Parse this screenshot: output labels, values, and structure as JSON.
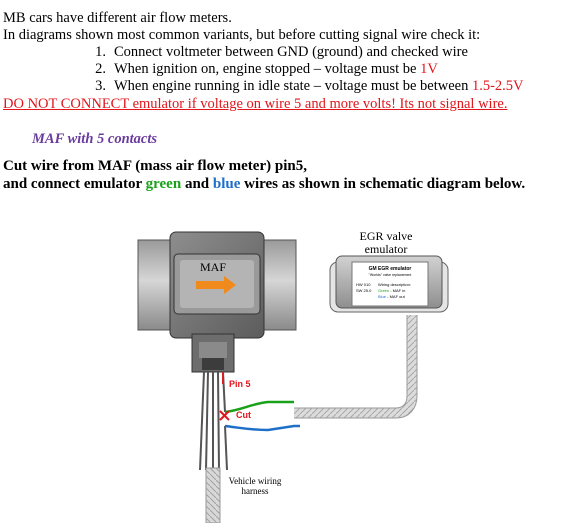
{
  "intro": {
    "line1": "MB cars have different air flow meters.",
    "line2": "In diagrams shown most common variants, but before cutting signal wire check it:"
  },
  "steps": [
    {
      "num": "1.",
      "text": "Connect voltmeter between GND (ground) and checked wire",
      "highlight": ""
    },
    {
      "num": "2.",
      "text": "When ignition on, engine stopped – voltage must be ",
      "highlight": "1V"
    },
    {
      "num": "3.",
      "text": "When engine running in idle state – voltage must be between ",
      "highlight": "1.5-2.5V"
    }
  ],
  "warning": "DO NOT CONNECT emulator if voltage on wire 5 and more volts! Its not signal wire.",
  "section_title": "MAF with 5 contacts",
  "instructions": {
    "line1": "Cut wire from MAF (mass air flow meter) pin5,",
    "line2_a": "and connect emulator ",
    "green": "green",
    "line2_b": " and ",
    "blue": "blue",
    "line2_c": " wires as shown in schematic diagram below."
  },
  "diagram": {
    "maf_label": "MAF",
    "egr_title_1": "EGR valve",
    "egr_title_2": "emulator",
    "device_title": "GM  EGR emulator",
    "device_subtitle": "\"Worlds\" valve replacement",
    "device_hw": "HW 010",
    "device_sw": "SW 25.0",
    "device_desc_1": "Wiring description:",
    "device_desc_2a": "Green",
    "device_desc_2b": " - MAF in",
    "device_desc_3a": "Blue",
    "device_desc_3b": " - MAF out",
    "pin_label": "Pin 5",
    "cut_label": "Cut",
    "harness_1": "Vehicle wiring",
    "harness_2": "harness"
  },
  "colors": {
    "red": "#e0161b",
    "purple": "#6a3b9e",
    "green": "#1aa11a",
    "blue": "#1d6fc8"
  }
}
